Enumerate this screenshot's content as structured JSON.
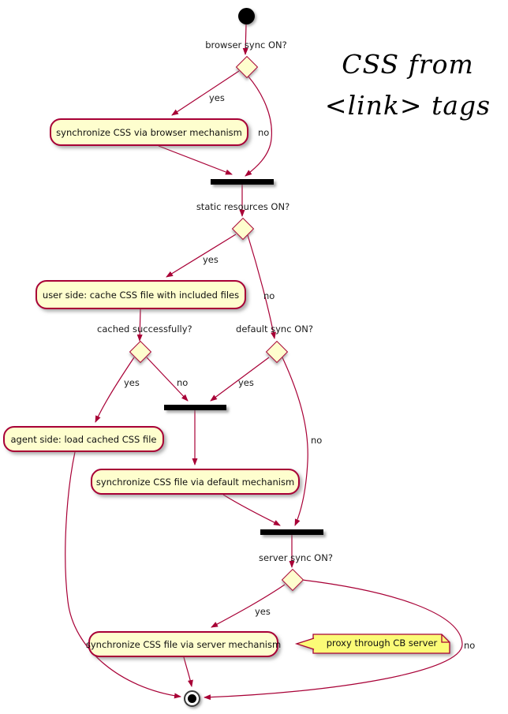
{
  "title": {
    "line1": "CSS from",
    "line2": "<link> tags"
  },
  "colors": {
    "activity_fill": "#FEFECE",
    "activity_border": "#A80036",
    "arrow": "#A80036",
    "note_fill": "#FBFB77",
    "bar": "#000000",
    "text": "#101010"
  },
  "decisions": [
    {
      "id": "browser-sync",
      "question": "browser sync ON?"
    },
    {
      "id": "static-resources",
      "question": "static resources ON?"
    },
    {
      "id": "cached-successfully",
      "question": "cached successfully?"
    },
    {
      "id": "default-sync",
      "question": "default sync ON?"
    },
    {
      "id": "server-sync",
      "question": "server sync ON?"
    }
  ],
  "activities": [
    {
      "id": "browser-mechanism",
      "label": "synchronize CSS via browser mechanism"
    },
    {
      "id": "user-cache",
      "label": "user side: cache CSS file with included files"
    },
    {
      "id": "agent-load",
      "label": "agent side: load cached CSS file"
    },
    {
      "id": "default-mechanism",
      "label": "synchronize CSS file via default mechanism"
    },
    {
      "id": "server-mechanism",
      "label": "synchronize CSS file via server mechanism"
    }
  ],
  "branch_labels": [
    {
      "id": "browser-yes",
      "text": "yes"
    },
    {
      "id": "browser-no",
      "text": "no"
    },
    {
      "id": "static-yes",
      "text": "yes"
    },
    {
      "id": "static-no",
      "text": "no"
    },
    {
      "id": "cached-yes",
      "text": "yes"
    },
    {
      "id": "cached-no",
      "text": "no"
    },
    {
      "id": "default-yes",
      "text": "yes"
    },
    {
      "id": "default-no",
      "text": "no"
    },
    {
      "id": "server-yes",
      "text": "yes"
    },
    {
      "id": "server-no",
      "text": "no"
    }
  ],
  "note": {
    "text": "proxy through CB server"
  }
}
